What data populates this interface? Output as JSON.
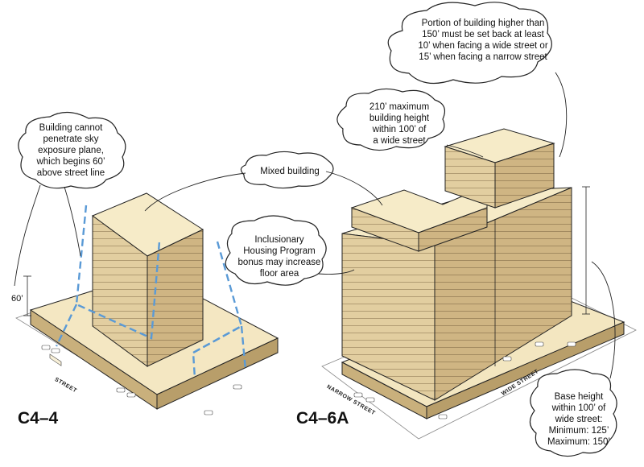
{
  "titles": {
    "left": "C4–4",
    "right": "C4–6A"
  },
  "street_labels": {
    "street": "STREET",
    "narrow_street": "NARROW STREET",
    "wide_street": "WIDE STREET"
  },
  "dimension": {
    "sixty": "60’"
  },
  "callouts": {
    "portion_setback": [
      "Portion of building higher than",
      "150’ must be set back at least",
      "10’ when facing a wide street or",
      "15’ when facing a narrow street"
    ],
    "max_height": [
      "210’ maximum",
      "building height",
      "within 100’ of",
      "a wide street"
    ],
    "sky_plane": [
      "Building cannot",
      "penetrate sky",
      "exposure plane,",
      "which begins 60’",
      "above street line"
    ],
    "mixed_building": [
      "Mixed building"
    ],
    "inclusionary": [
      "Inclusionary",
      "Housing Program",
      "bonus may increase",
      "floor area"
    ],
    "base_height": [
      "Base height",
      "within 100’ of",
      "wide street:",
      "Minimum: 125’",
      "Maximum: 150’"
    ]
  },
  "colors": {
    "building": "#e3d0a4",
    "roof": "#f6ebc8",
    "roof_edge": "#d8c08c",
    "shade": "#c7ae78",
    "dash": "#5a9ad6",
    "outline": "#222222"
  }
}
